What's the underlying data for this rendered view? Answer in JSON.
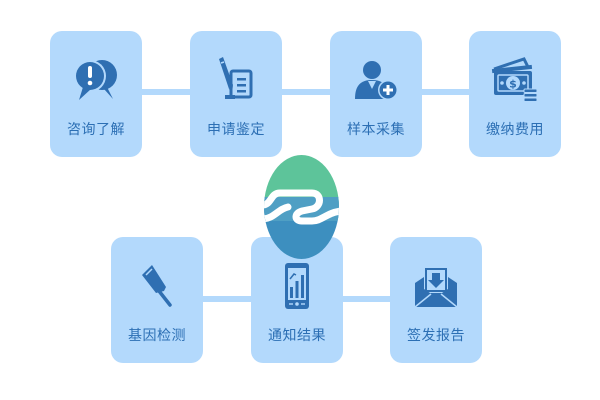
{
  "colors": {
    "box_fill": "#b3d9fc",
    "icon_blue": "#2f6fb2",
    "label_blue": "#2c6fb4",
    "logo_green": "#5dc49a",
    "logo_blue": "#3d8fbf"
  },
  "top_row": [
    {
      "label": "咨询了解",
      "icon": "speech-bubbles-exclamation-icon"
    },
    {
      "label": "申请鉴定",
      "icon": "pen-document-icon"
    },
    {
      "label": "样本采集",
      "icon": "add-user-icon"
    },
    {
      "label": "缴纳费用",
      "icon": "money-bills-icon"
    }
  ],
  "bottom_row": [
    {
      "label": "基因检测",
      "icon": "pushpin-icon"
    },
    {
      "label": "通知结果",
      "icon": "phone-chart-icon"
    },
    {
      "label": "签发报告",
      "icon": "envelope-download-icon"
    }
  ],
  "logo": {
    "icon": "brand-logo-icon"
  }
}
